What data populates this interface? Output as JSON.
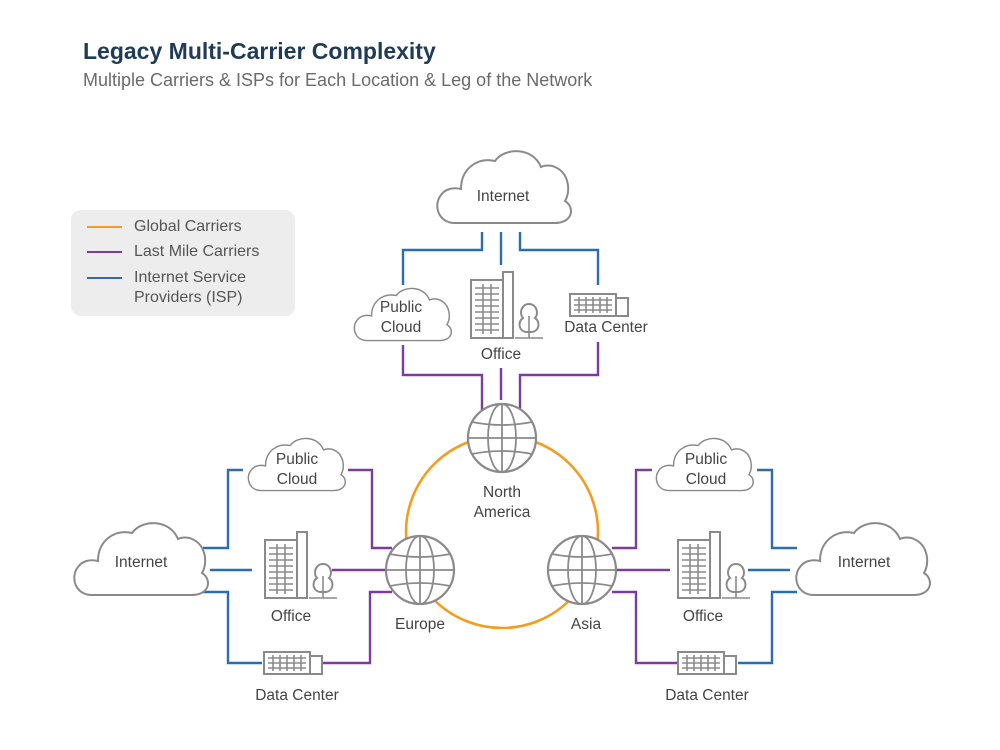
{
  "title": "Legacy Multi-Carrier Complexity",
  "subtitle": "Multiple Carriers & ISPs for Each Location & Leg of the Network",
  "colors": {
    "global": "#f39c1f",
    "last_mile": "#7b3c9c",
    "isp": "#2a6eaf",
    "icon": "#8a8a8a"
  },
  "legend": {
    "global": "Global Carriers",
    "last_mile": "Last Mile Carriers",
    "isp_line1": "Internet Service",
    "isp_line2": "Providers (ISP)"
  },
  "north": {
    "internet": "Internet",
    "cloud_line1": "Public",
    "cloud_line2": "Cloud",
    "office": "Office",
    "datacenter": "Data Center",
    "hub_line1": "North",
    "hub_line2": "America"
  },
  "west": {
    "internet": "Internet",
    "cloud_line1": "Public",
    "cloud_line2": "Cloud",
    "office": "Office",
    "datacenter": "Data Center",
    "hub": "Europe"
  },
  "east": {
    "internet": "Internet",
    "cloud_line1": "Public",
    "cloud_line2": "Cloud",
    "office": "Office",
    "datacenter": "Data Center",
    "hub": "Asia"
  }
}
